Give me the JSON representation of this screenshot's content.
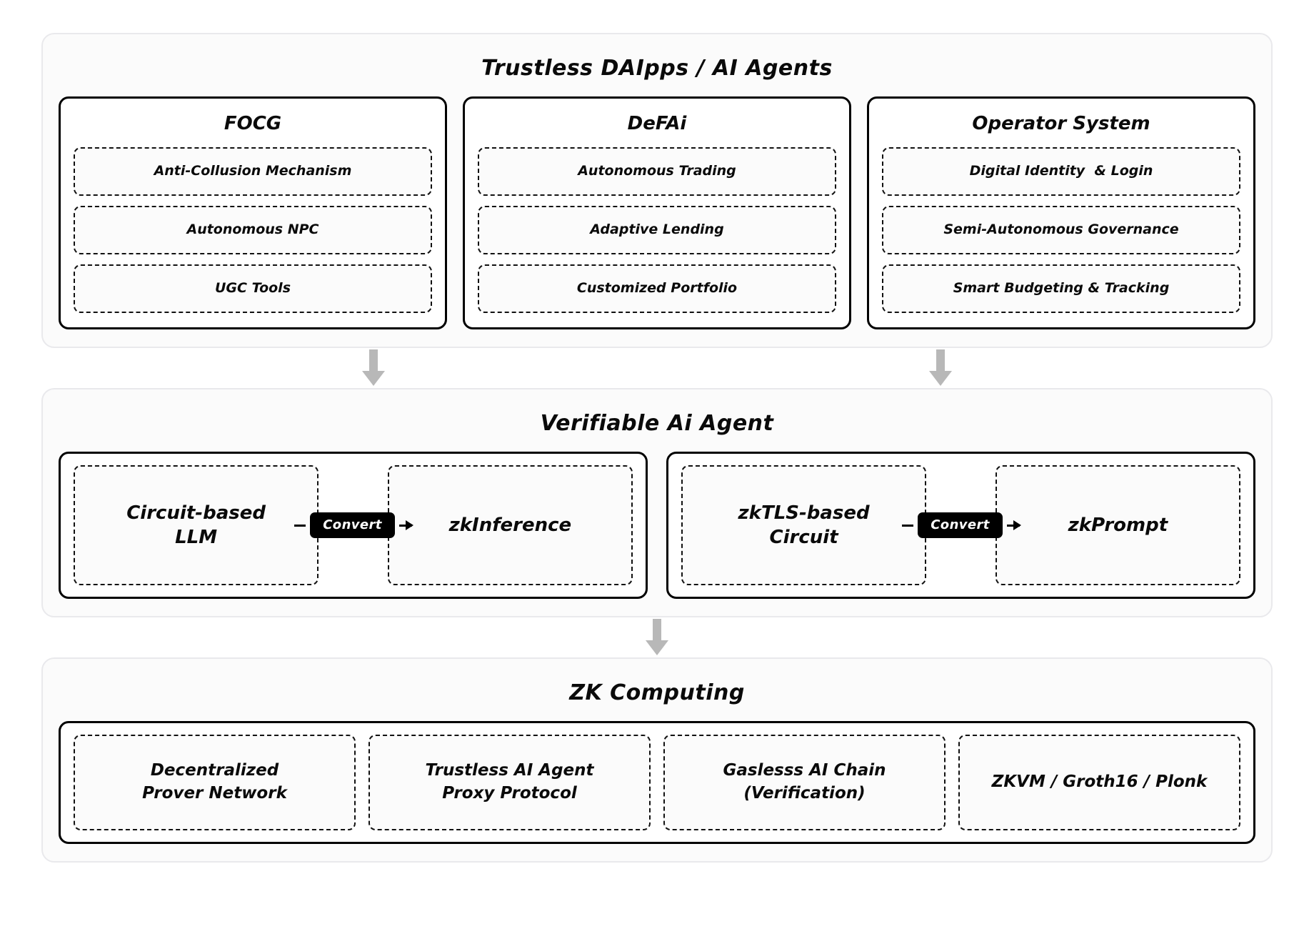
{
  "colors": {
    "panel_background": "#fbfbfb",
    "panel_border": "#e9e9ec",
    "card_border": "#000000",
    "chip_border": "#111111",
    "text": "#0a0a0a",
    "arrow_gray": "#b8b8b8",
    "convert_pill_background": "#000000",
    "convert_pill_text": "#ffffff"
  },
  "layers": {
    "applications": {
      "title": "Trustless DAIpps / AI Agents",
      "groups": [
        {
          "title": "FOCG",
          "items": [
            "Anti-Collusion Mechanism",
            "Autonomous NPC",
            "UGC Tools"
          ]
        },
        {
          "title": "DeFAi",
          "items": [
            "Autonomous Trading",
            "Adaptive Lending",
            "Customized Portfolio"
          ]
        },
        {
          "title": "Operator System",
          "items": [
            "Digital Identity  & Login",
            "Semi-Autonomous Governance",
            "Smart Budgeting & Tracking"
          ]
        }
      ]
    },
    "verifiable": {
      "title": "Verifiable Ai Agent",
      "flows": [
        {
          "source": "Circuit-based\nLLM",
          "connector": "Convert",
          "target": "zkInference"
        },
        {
          "source": "zkTLS-based\nCircuit",
          "connector": "Convert",
          "target": "zkPrompt"
        }
      ]
    },
    "zk_computing": {
      "title": "ZK Computing",
      "items": [
        "Decentralized\nProver Network",
        "Trustless AI Agent\nProxy Protocol",
        "Gaslesss AI Chain\n(Verification)",
        "ZKVM / Groth16 / Plonk"
      ]
    }
  },
  "connectors": {
    "top_to_middle_left": "down-arrow",
    "top_to_middle_right": "down-arrow",
    "middle_to_bottom": "down-arrow"
  }
}
